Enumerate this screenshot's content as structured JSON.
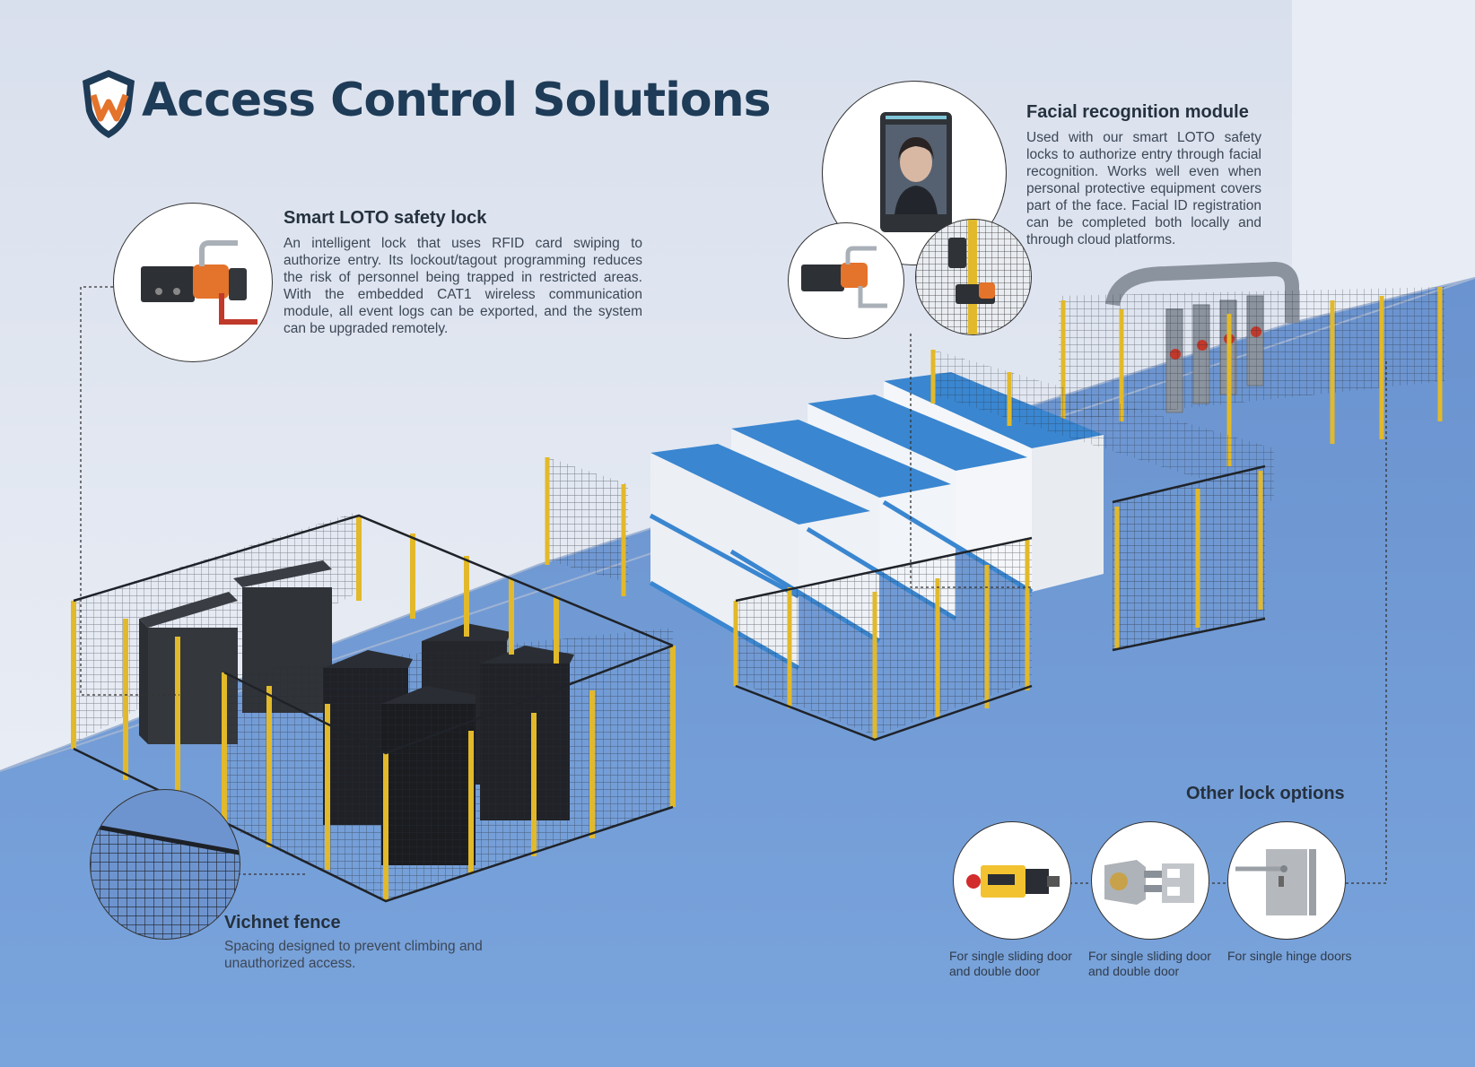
{
  "page": {
    "title": "Access Control Solutions",
    "colors": {
      "title": "#1e3b57",
      "brand_orange": "#e4732b",
      "wall": "#dfe5f0",
      "floor": "#6f98d2",
      "fence_post": "#e2b92a",
      "shelf": "#3a86d0"
    }
  },
  "sections": {
    "smart_loto": {
      "heading": "Smart LOTO safety lock",
      "body": "An intelligent lock that uses RFID card swiping to authorize entry. Its lockout/tagout programming reduces the risk of personnel being trapped in restricted areas. With the embedded CAT1 wireless communication module, all event logs can be exported, and the system can be upgraded remotely.",
      "icon": "smart-lock-icon"
    },
    "facial": {
      "heading": "Facial recognition module",
      "body": "Used with our smart LOTO safety locks to authorize entry through facial recognition. Works well even when personal protective equipment covers part of the face. Facial ID registration can be completed both locally and through cloud platforms.",
      "icon": "face-terminal-icon"
    },
    "fence": {
      "heading": "Vichnet fence",
      "body": "Spacing designed to prevent climbing and unauthorized access.",
      "icon": "mesh-fence-icon"
    },
    "other_locks": {
      "heading": "Other lock options",
      "options": [
        {
          "caption": "For single sliding door and double door",
          "icon": "yellow-interlock-icon"
        },
        {
          "caption": "For single sliding door and double door",
          "icon": "sliding-bolt-lock-icon"
        },
        {
          "caption": "For single hinge doors",
          "icon": "hinge-handle-lock-icon"
        }
      ]
    }
  }
}
